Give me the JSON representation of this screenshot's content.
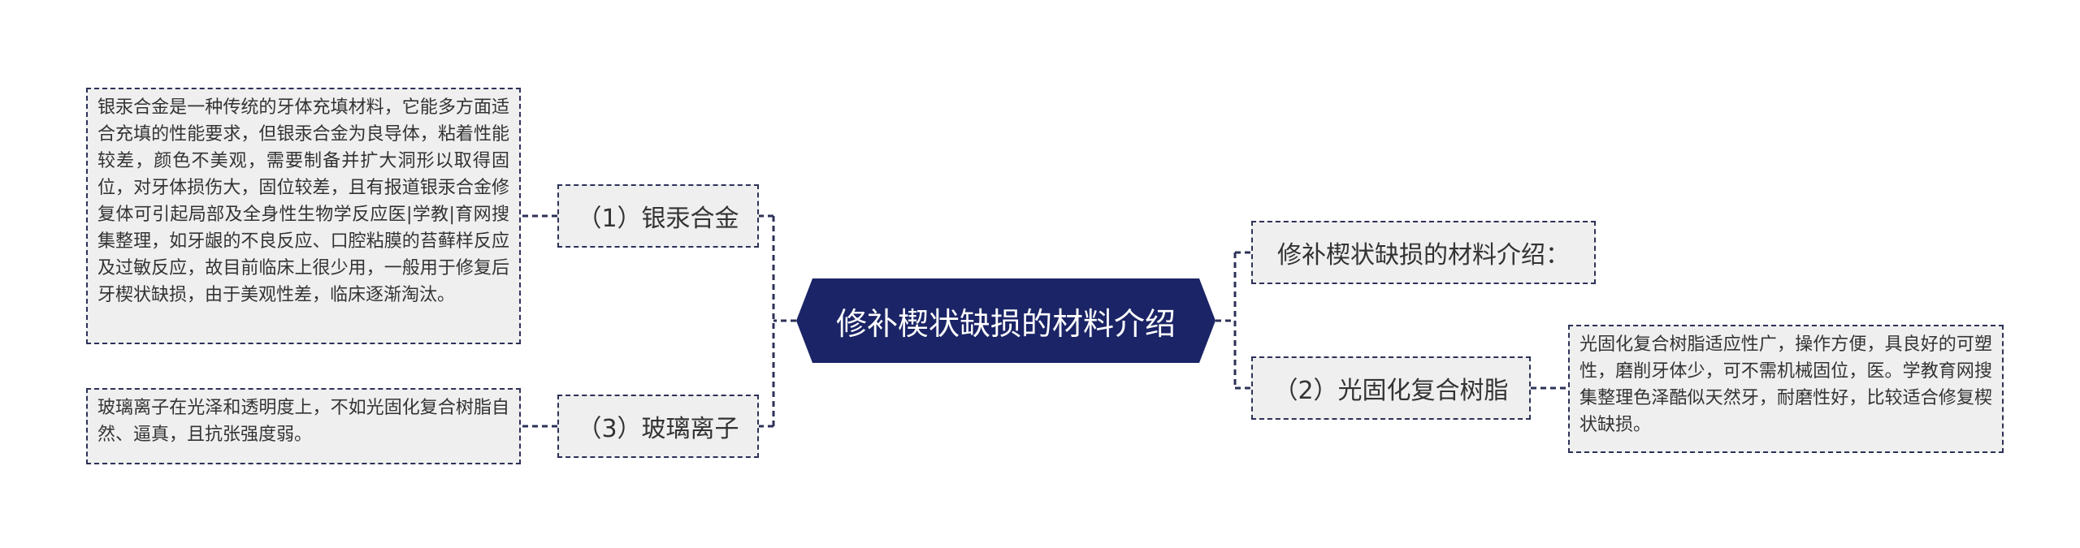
{
  "center": {
    "title": "修补楔状缺损的材料介绍"
  },
  "colors": {
    "center_fill": "#1b2466",
    "node_fill": "#efefef",
    "border": "#2d3158",
    "text": "#333333"
  },
  "left": [
    {
      "label": "（1）银汞合金",
      "detail": "银汞合金是一种传统的牙体充填材料，它能多方面适合充填的性能要求，但银汞合金为良导体，粘着性能较差，颜色不美观，需要制备并扩大洞形以取得固位，对牙体损伤大，固位较差，且有报道银汞合金修复体可引起局部及全身性生物学反应医|学教|育网搜集整理，如牙龈的不良反应、口腔粘膜的苔藓样反应及过敏反应，故目前临床上很少用，一般用于修复后牙楔状缺损，由于美观性差，临床逐渐淘汰。"
    },
    {
      "label": "（3）玻璃离子",
      "detail": "玻璃离子在光泽和透明度上，不如光固化复合树脂自然、逼真，且抗张强度弱。"
    }
  ],
  "right": [
    {
      "label": "修补楔状缺损的材料介绍："
    },
    {
      "label": "（2）光固化复合树脂",
      "detail": "光固化复合树脂适应性广，操作方便，具良好的可塑性，磨削牙体少，可不需机械固位，医。学教育网搜集整理色泽酷似天然牙，耐磨性好，比较适合修复楔状缺损。"
    }
  ]
}
